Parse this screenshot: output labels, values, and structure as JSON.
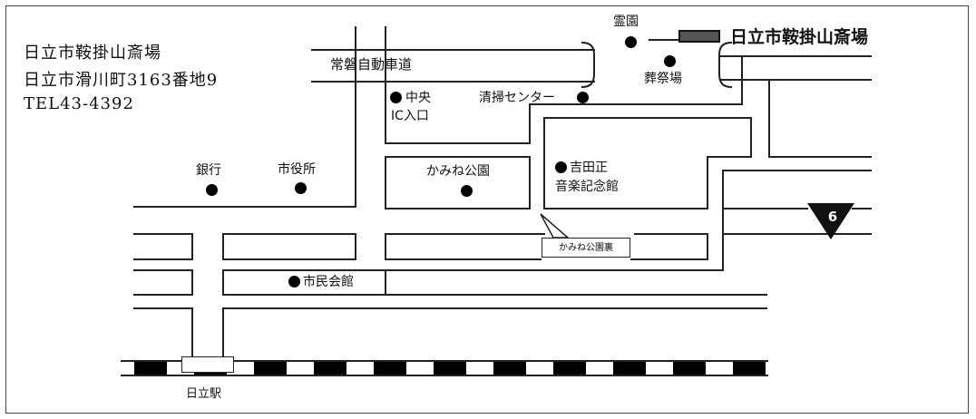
{
  "address": {
    "line1": "日立市鞍掛山斎場",
    "line2": "日立市滑川町3163番地9",
    "line3": "TEL43-4392"
  },
  "labels": {
    "expressway": "常磐自動車道",
    "cemetery": "霊園",
    "venue": "日立市鞍掛山斎場",
    "funeral_hall": "葬祭場",
    "cleaning_center": "清掃センター",
    "ic_line1": "中央",
    "ic_line2": "IC入口",
    "bank": "銀行",
    "city_hall": "市役所",
    "kamine_park": "かみね公園",
    "museum_line1": "吉田正",
    "museum_line2": "音楽記念館",
    "kamine_park_back": "かみね公園裏",
    "civic_hall": "市民会館",
    "station": "日立駅",
    "route_number": "6"
  },
  "colors": {
    "road": "#222222",
    "venue_marker": "#555555",
    "route_sign": "#111111"
  }
}
